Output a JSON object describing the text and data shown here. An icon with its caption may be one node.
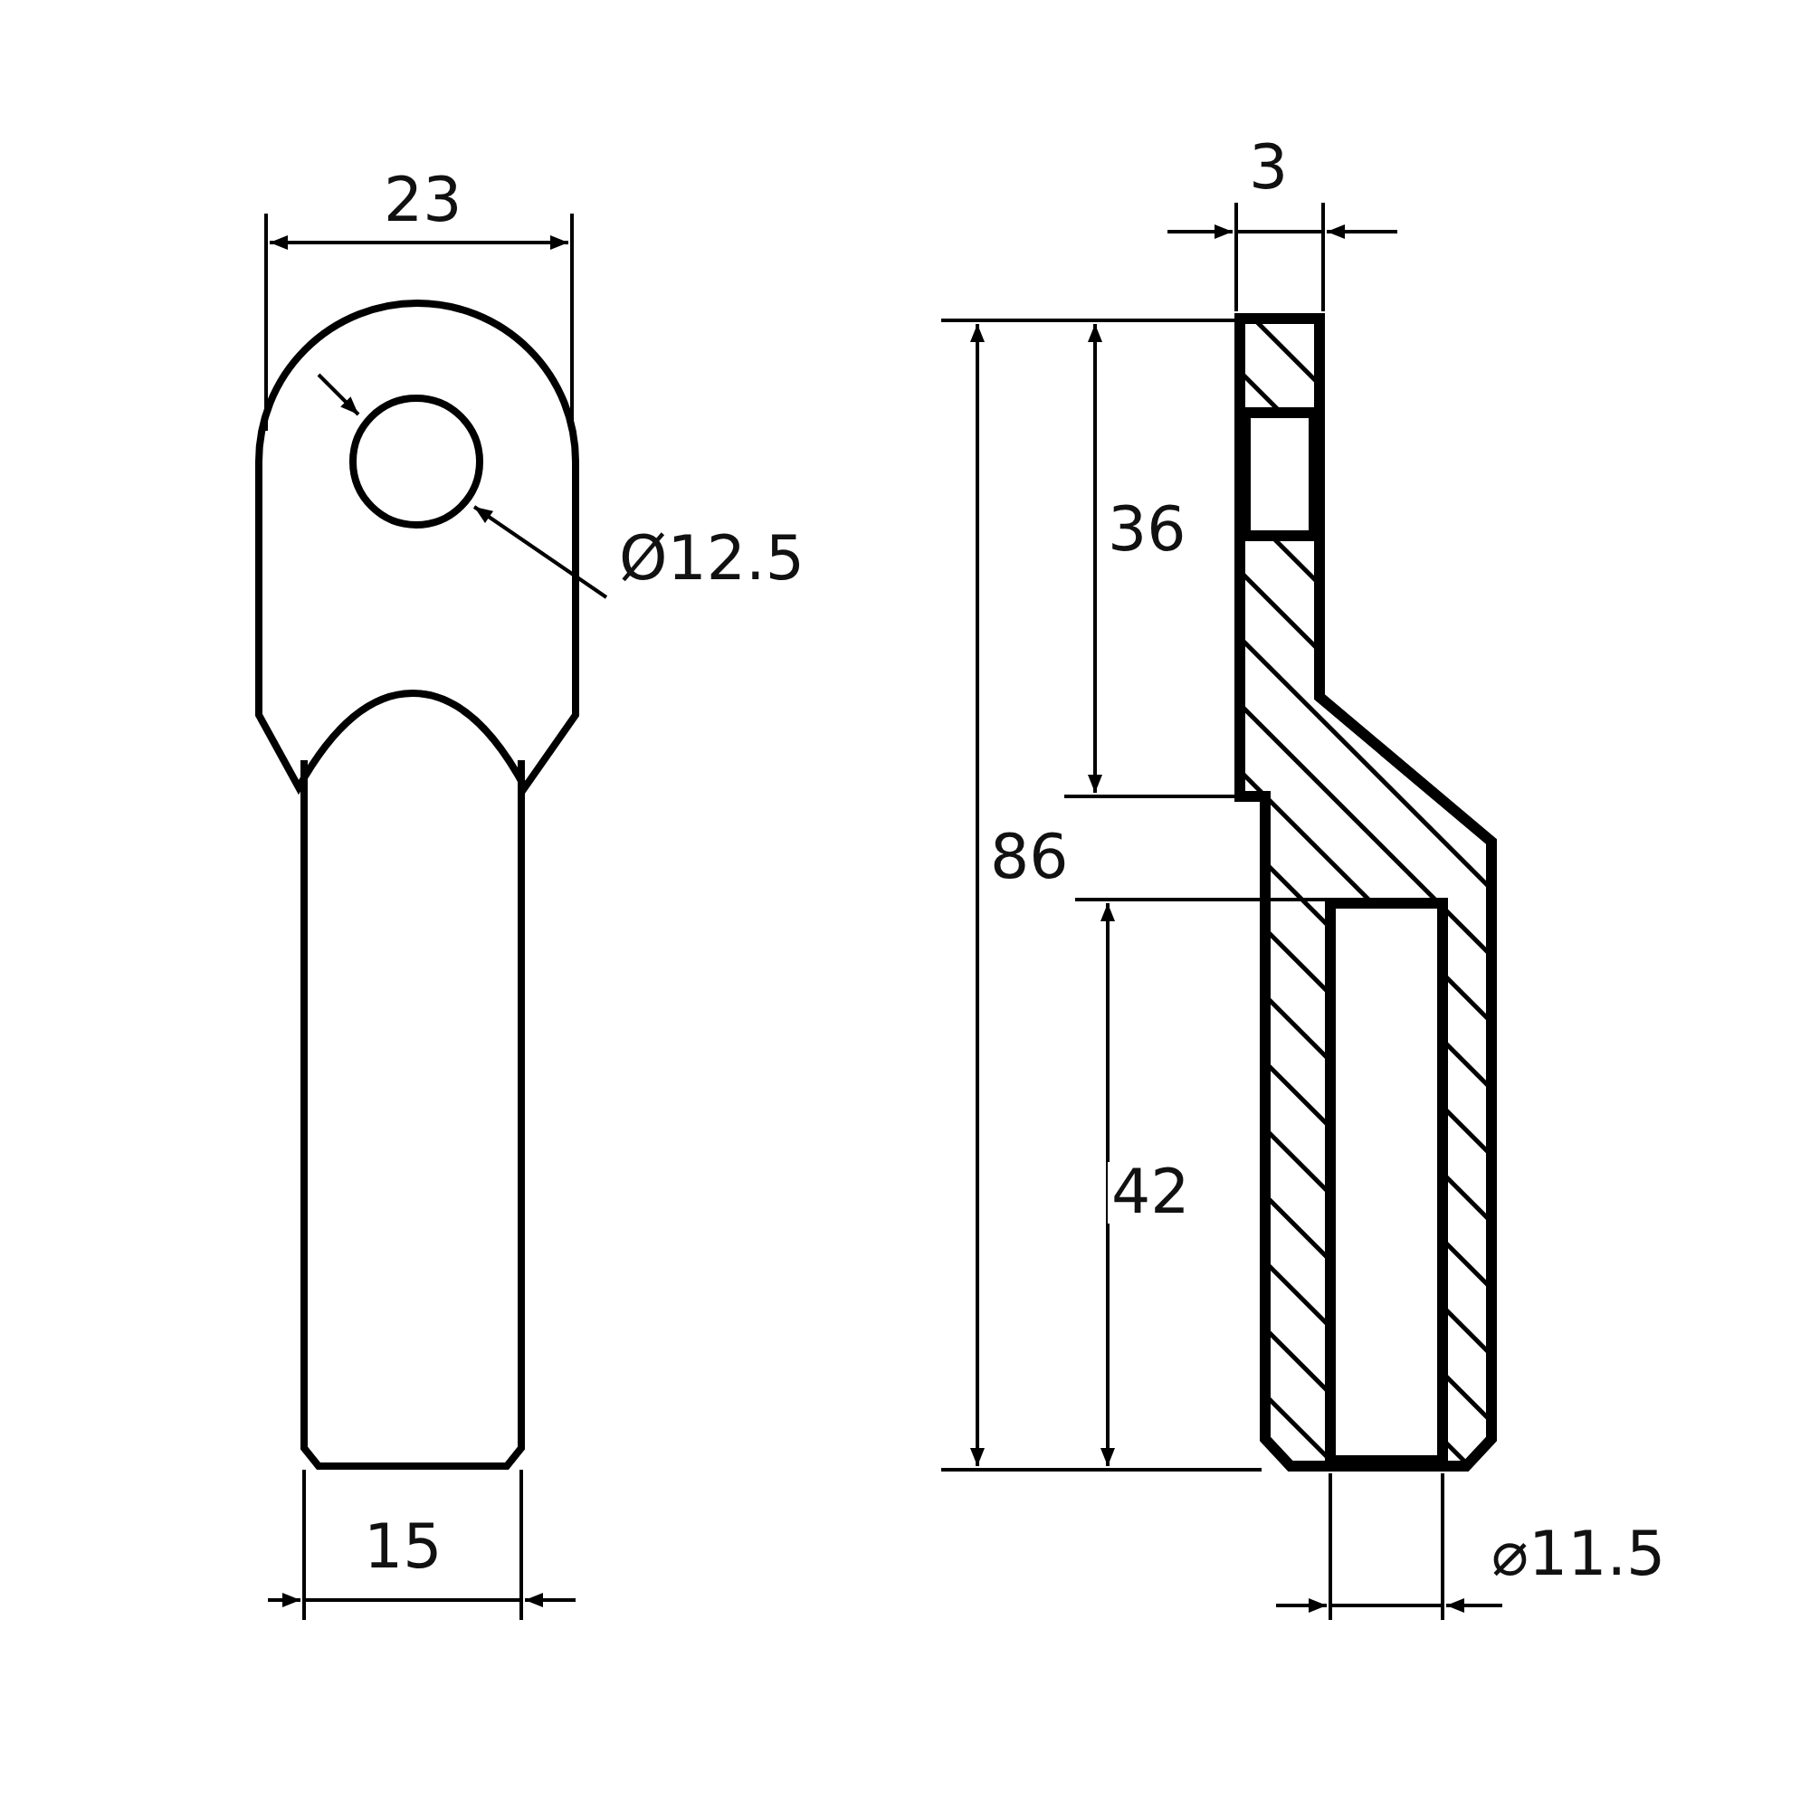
{
  "diagram": {
    "labels": [
      "3",
      "23",
      "36",
      "Ø12.5",
      "86",
      "42",
      "15",
      "⌀11.5"
    ]
  }
}
